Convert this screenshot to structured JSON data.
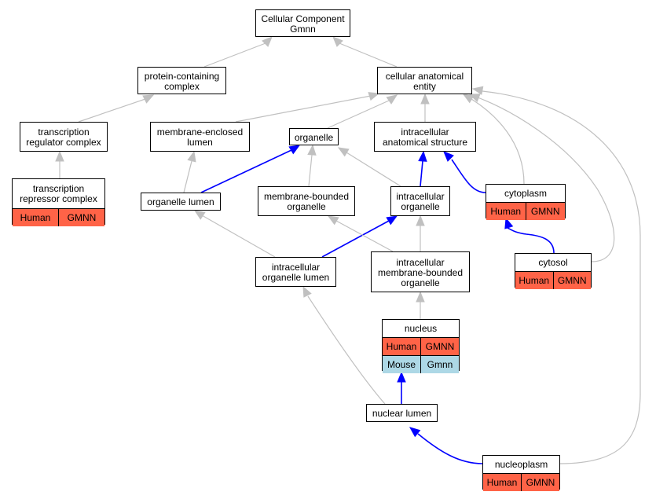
{
  "colors": {
    "gray_edge": "#c0c0c0",
    "blue_edge": "#0000ff",
    "human_fill": "#ff6347",
    "mouse_fill": "#add8e6",
    "node_fill": "#ffffff"
  },
  "nodes": [
    {
      "id": "cellular-component-gmnn",
      "lines": [
        "Cellular Component",
        "Gmnn"
      ]
    },
    {
      "id": "protein-containing-complex",
      "lines": [
        "protein-containing",
        "complex"
      ]
    },
    {
      "id": "cellular-anatomical-entity",
      "lines": [
        "cellular anatomical",
        "entity"
      ]
    },
    {
      "id": "transcription-regulator-complex",
      "lines": [
        "transcription",
        "regulator complex"
      ]
    },
    {
      "id": "membrane-enclosed-lumen",
      "lines": [
        "membrane-enclosed",
        "lumen"
      ]
    },
    {
      "id": "organelle",
      "lines": [
        "organelle"
      ]
    },
    {
      "id": "intracellular-anatomical-structure",
      "lines": [
        "intracellular",
        "anatomical structure"
      ]
    },
    {
      "id": "transcription-repressor-complex",
      "lines": [
        "transcription",
        "repressor complex"
      ],
      "rows": [
        {
          "species": "Human",
          "gene": "GMNN"
        }
      ]
    },
    {
      "id": "organelle-lumen",
      "lines": [
        "organelle lumen"
      ]
    },
    {
      "id": "membrane-bounded-organelle",
      "lines": [
        "membrane-bounded",
        "organelle"
      ]
    },
    {
      "id": "intracellular-organelle",
      "lines": [
        "intracellular",
        "organelle"
      ]
    },
    {
      "id": "cytoplasm",
      "lines": [
        "cytoplasm"
      ],
      "rows": [
        {
          "species": "Human",
          "gene": "GMNN"
        }
      ]
    },
    {
      "id": "intracellular-organelle-lumen",
      "lines": [
        "intracellular",
        "organelle lumen"
      ]
    },
    {
      "id": "intracellular-membrane-bounded-organelle",
      "lines": [
        "intracellular",
        "membrane-bounded",
        "organelle"
      ]
    },
    {
      "id": "cytosol",
      "lines": [
        "cytosol"
      ],
      "rows": [
        {
          "species": "Human",
          "gene": "GMNN"
        }
      ]
    },
    {
      "id": "nucleus",
      "lines": [
        "nucleus"
      ],
      "rows": [
        {
          "species": "Human",
          "gene": "GMNN"
        },
        {
          "species": "Mouse",
          "gene": "Gmnn"
        }
      ]
    },
    {
      "id": "nuclear-lumen",
      "lines": [
        "nuclear lumen"
      ]
    },
    {
      "id": "nucleoplasm",
      "lines": [
        "nucleoplasm"
      ],
      "rows": [
        {
          "species": "Human",
          "gene": "GMNN"
        }
      ]
    }
  ],
  "edges": [
    {
      "from": "protein-containing-complex",
      "to": "cellular-component-gmnn",
      "kind": "is_a"
    },
    {
      "from": "cellular-anatomical-entity",
      "to": "cellular-component-gmnn",
      "kind": "is_a"
    },
    {
      "from": "transcription-regulator-complex",
      "to": "protein-containing-complex",
      "kind": "is_a"
    },
    {
      "from": "transcription-repressor-complex",
      "to": "transcription-regulator-complex",
      "kind": "is_a"
    },
    {
      "from": "membrane-enclosed-lumen",
      "to": "cellular-anatomical-entity",
      "kind": "is_a"
    },
    {
      "from": "organelle",
      "to": "cellular-anatomical-entity",
      "kind": "is_a"
    },
    {
      "from": "intracellular-anatomical-structure",
      "to": "cellular-anatomical-entity",
      "kind": "is_a"
    },
    {
      "from": "cytoplasm",
      "to": "cellular-anatomical-entity",
      "kind": "is_a"
    },
    {
      "from": "cytosol",
      "to": "cellular-anatomical-entity",
      "kind": "is_a"
    },
    {
      "from": "nucleoplasm",
      "to": "cellular-anatomical-entity",
      "kind": "is_a"
    },
    {
      "from": "organelle-lumen",
      "to": "membrane-enclosed-lumen",
      "kind": "is_a"
    },
    {
      "from": "organelle-lumen",
      "to": "organelle",
      "kind": "part_of"
    },
    {
      "from": "membrane-bounded-organelle",
      "to": "organelle",
      "kind": "is_a"
    },
    {
      "from": "intracellular-organelle",
      "to": "organelle",
      "kind": "is_a"
    },
    {
      "from": "intracellular-organelle",
      "to": "intracellular-anatomical-structure",
      "kind": "part_of"
    },
    {
      "from": "cytoplasm",
      "to": "intracellular-anatomical-structure",
      "kind": "part_of"
    },
    {
      "from": "intracellular-organelle-lumen",
      "to": "organelle-lumen",
      "kind": "is_a"
    },
    {
      "from": "intracellular-organelle-lumen",
      "to": "intracellular-organelle",
      "kind": "part_of"
    },
    {
      "from": "intracellular-membrane-bounded-organelle",
      "to": "membrane-bounded-organelle",
      "kind": "is_a"
    },
    {
      "from": "intracellular-membrane-bounded-organelle",
      "to": "intracellular-organelle",
      "kind": "is_a"
    },
    {
      "from": "cytosol",
      "to": "cytoplasm",
      "kind": "part_of"
    },
    {
      "from": "nucleus",
      "to": "intracellular-membrane-bounded-organelle",
      "kind": "is_a"
    },
    {
      "from": "nuclear-lumen",
      "to": "intracellular-organelle-lumen",
      "kind": "is_a"
    },
    {
      "from": "nuclear-lumen",
      "to": "nucleus",
      "kind": "part_of"
    },
    {
      "from": "nucleoplasm",
      "to": "nuclear-lumen",
      "kind": "part_of"
    }
  ]
}
